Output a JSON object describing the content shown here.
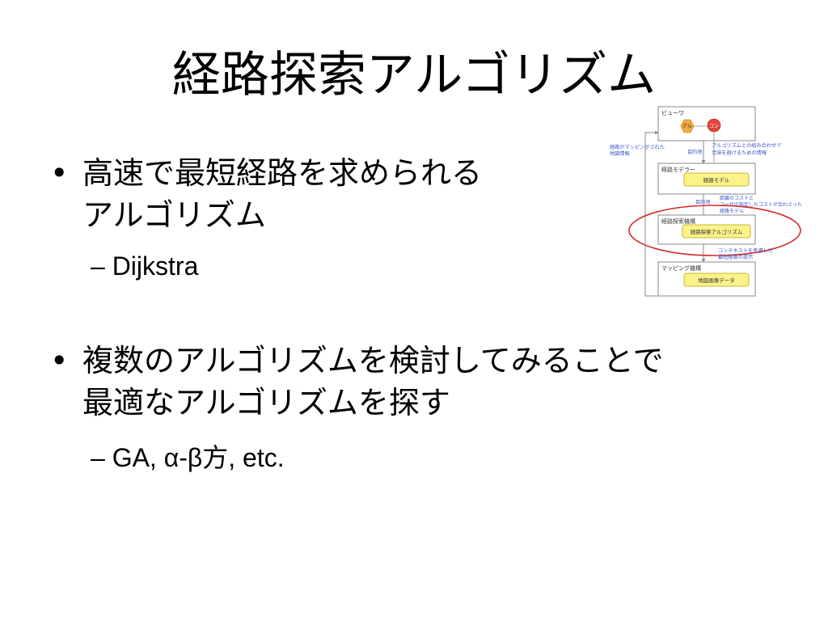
{
  "slide": {
    "title": "経路探索アルゴリズム",
    "bullets": [
      {
        "marker": "•",
        "lines": [
          "高速で最短経路を求められる",
          "アルゴリズム"
        ],
        "sub": "– Dijkstra"
      },
      {
        "marker": "•",
        "lines": [
          "複数のアルゴリズムを検討してみることで",
          "最適なアルゴリズムを探す"
        ],
        "sub": "– GA, α-β方, etc."
      }
    ]
  },
  "diagram": {
    "viewer": {
      "label": "ビューワ",
      "node_left": "アル",
      "node_right": "コン"
    },
    "notes": {
      "left_top": "経路がマッピングされた",
      "left_bottom": "地図情報",
      "dest1": "目的地",
      "right1_top": "アルゴリズムとの組み合わせで",
      "right1_bottom": "渋滞を避けるための情報",
      "dest2": "目的地",
      "right2_top": "距離のコストと",
      "right2_mid": "ユーザの指定したコストが合わさった",
      "right2_bottom": "経路モデル",
      "right3_top": "コンテキストを考慮した",
      "right3_bottom": "最短経路の提示"
    },
    "route_model": {
      "label": "経路モデラー",
      "box": "経路モデル"
    },
    "search": {
      "label": "経路探索機構",
      "box": "経路探索アルゴリズム"
    },
    "mapping": {
      "label": "マッピング機構",
      "box": "地図画像データ"
    },
    "colors": {
      "box_fill": "#fbf28a",
      "box_stroke": "#b8a500",
      "hex_orange": "#f3a93b",
      "circle_red": "#e6443c",
      "ellipse_red": "#d62d2d",
      "note_blue": "#3b57c6",
      "line_gray": "#8a8a8a"
    }
  }
}
